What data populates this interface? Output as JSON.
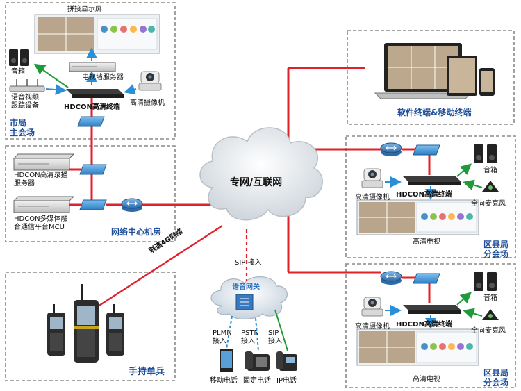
{
  "network_center": "专网/互联网",
  "city_venue": {
    "title": "市局\n主会场",
    "video_wall": "拼接显示屏",
    "wall_server": "电视墙服务器",
    "speaker": "音箱",
    "mic_tracking": "语音视频\n跟踪设备",
    "terminal": "HDCON高清终端",
    "camera": "高清摄像机"
  },
  "datacenter": {
    "title": "网络中心机房",
    "recorder": "HDCON高清录播\n服务器",
    "mcu": "HDCON多媒体融\n合通信平台MCU"
  },
  "software": {
    "title": "软件终端&移动终端"
  },
  "district_a": {
    "title": "区县局\n分会场",
    "camera": "高清摄像机",
    "terminal": "HDCON高清终端",
    "speaker": "音箱",
    "mic": "全向麦克风",
    "tv": "高清电视"
  },
  "district_b": {
    "title": "区县局\n分会场",
    "camera": "高清摄像机",
    "terminal": "HDCON高清终端",
    "speaker": "音箱",
    "mic": "全向麦克风",
    "tv": "高清电视"
  },
  "handheld": {
    "title": "手持单兵",
    "link": "联通4G网络"
  },
  "gateway": {
    "sip_access": "SIP 接入",
    "title": "语音网关",
    "plmn": "PLMN\n接入",
    "pstn": "PSTN\n接入",
    "sip": "SIP\n接入",
    "mobile": "移动电话",
    "fixed": "固定电话",
    "ip": "IP电话"
  },
  "colors": {
    "link_red": "#e0202a",
    "link_green": "#1f9a3a",
    "link_blue": "#2a8fd6",
    "title_blue": "#1f4e9a"
  }
}
